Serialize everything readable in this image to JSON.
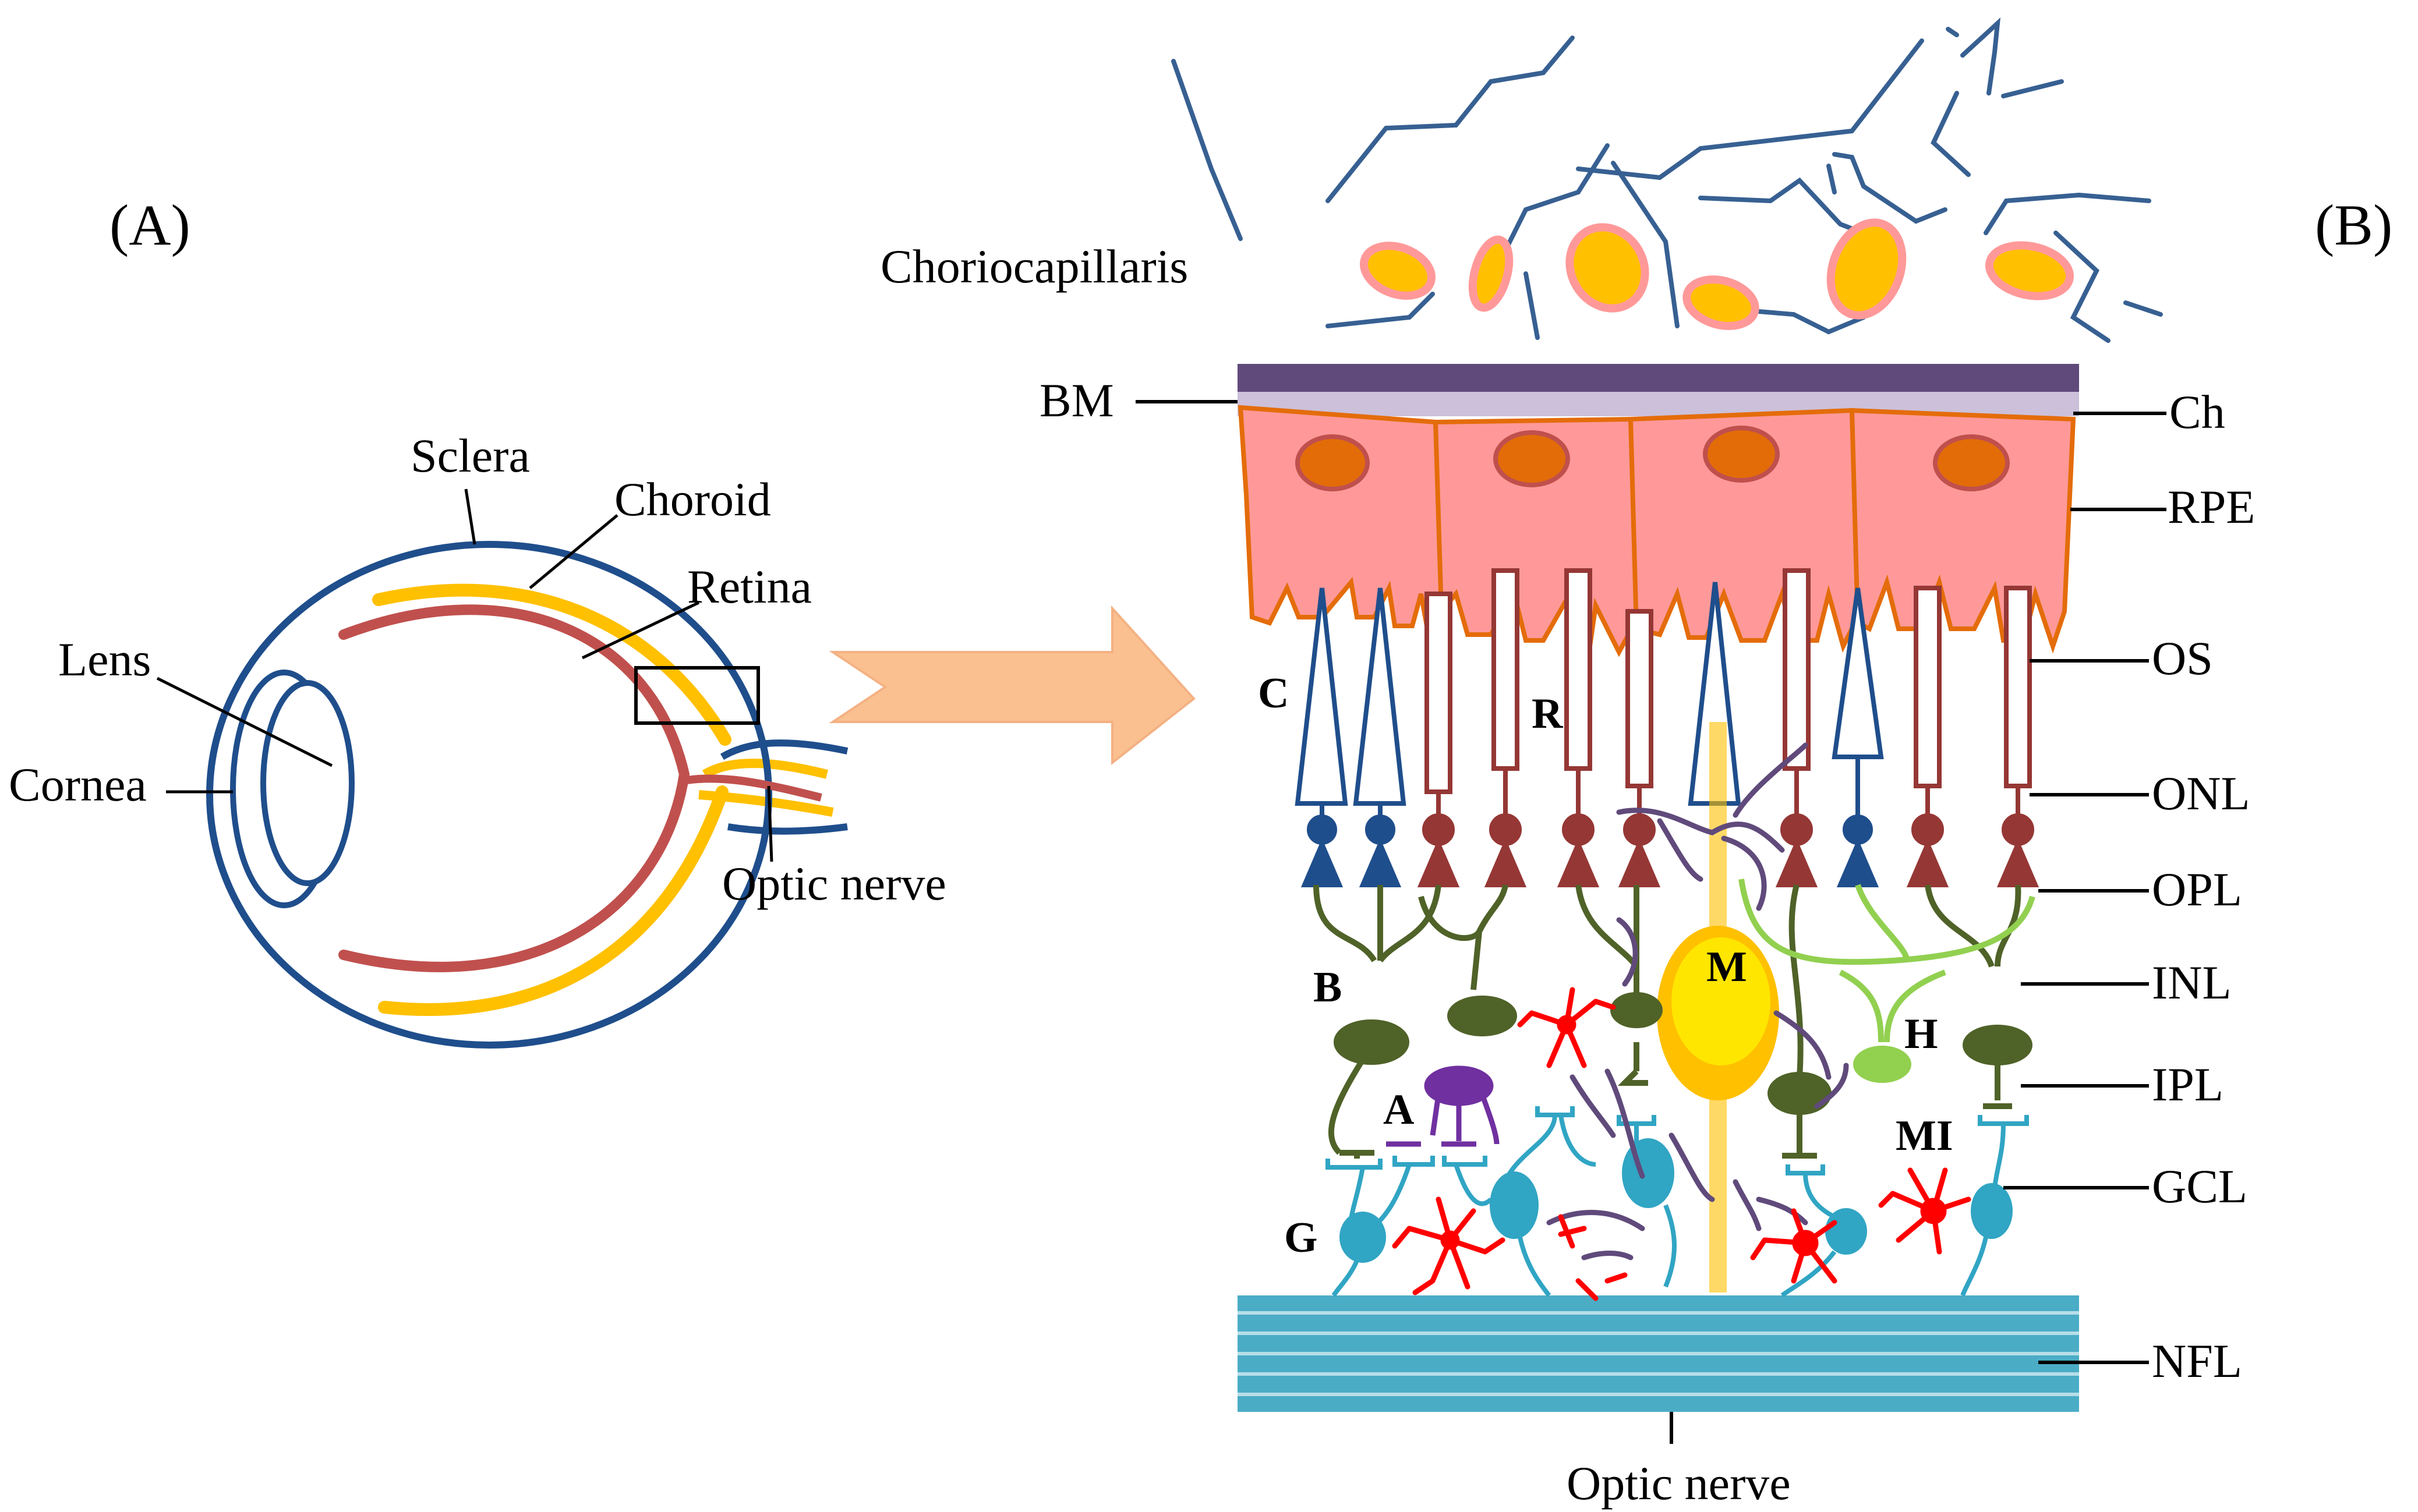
{
  "panels": {
    "a": "(A)",
    "b": "(B)"
  },
  "eye_labels": {
    "sclera": "Sclera",
    "choroid": "Choroid",
    "retina": "Retina",
    "lens": "Lens",
    "cornea": "Cornea",
    "optic_nerve": "Optic nerve"
  },
  "retina_labels": {
    "choriocapillaris": "Choriocapillaris",
    "bm": "BM",
    "ch": "Ch",
    "rpe": "RPE",
    "os": "OS",
    "onl": "ONL",
    "opl": "OPL",
    "inl": "INL",
    "ipl": "IPL",
    "gcl": "GCL",
    "nfl": "NFL",
    "optic_nerve": "Optic nerve"
  },
  "cell_labels": {
    "cone": "C",
    "rod": "R",
    "bipolar": "B",
    "amacrine": "A",
    "ganglion": "G",
    "muller": "M",
    "horizontal": "H",
    "microglia": "MI"
  },
  "colors": {
    "sclera": "#1f4e8c",
    "choroid": "#ffc000",
    "retina": "#c0504d",
    "bm": "#604a7b",
    "ch": "#ccc0da",
    "rpe": "#ff9999",
    "rpe_border": "#e46c0a",
    "rpe_nucleus": "#e36c09",
    "cone": "#1f4e8c",
    "rod": "#953735",
    "bipolar": "#4f6228",
    "horizontal": "#92d050",
    "amacrine": "#7030a0",
    "ganglion": "#31a5c4",
    "muller": "#ffc000",
    "microglia": "#ff0000",
    "nfl": "#4bacc6",
    "arrow": "#fac090",
    "vessel": "#376092"
  }
}
